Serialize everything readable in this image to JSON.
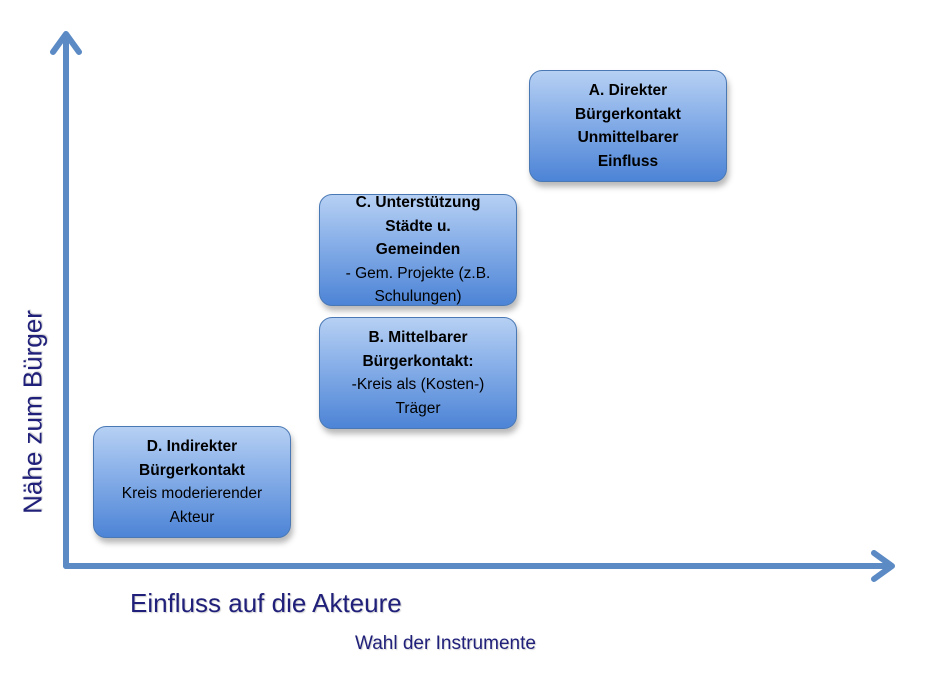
{
  "diagram": {
    "y_axis_label": "Nähe zum Bürger",
    "x_axis_label": "Einfluss auf die Akteure",
    "x_axis_sublabel": "Wahl der Instrumente",
    "boxes": {
      "a": {
        "lines": [
          "A. Direkter",
          "Bürgerkontakt",
          "Unmittelbarer",
          "Einfluss"
        ]
      },
      "c": {
        "title_lines": [
          "C. Unterstützung",
          "Städte u.",
          "Gemeinden"
        ],
        "detail_lines": [
          "- Gem. Projekte (z.B.",
          "Schulungen)"
        ]
      },
      "b": {
        "title_lines": [
          "B. Mittelbarer",
          "Bürgerkontakt:"
        ],
        "detail_lines": [
          "-Kreis als (Kosten-)",
          "Träger"
        ]
      },
      "d": {
        "title_lines": [
          "D. Indirekter",
          "Bürgerkontakt"
        ],
        "detail_lines": [
          "Kreis moderierender",
          "Akteur"
        ]
      }
    },
    "colors": {
      "axis": "#5b8ac4",
      "label_text": "#20207a",
      "box_top": "#b6d0f3",
      "box_bottom": "#4d84d6"
    }
  }
}
